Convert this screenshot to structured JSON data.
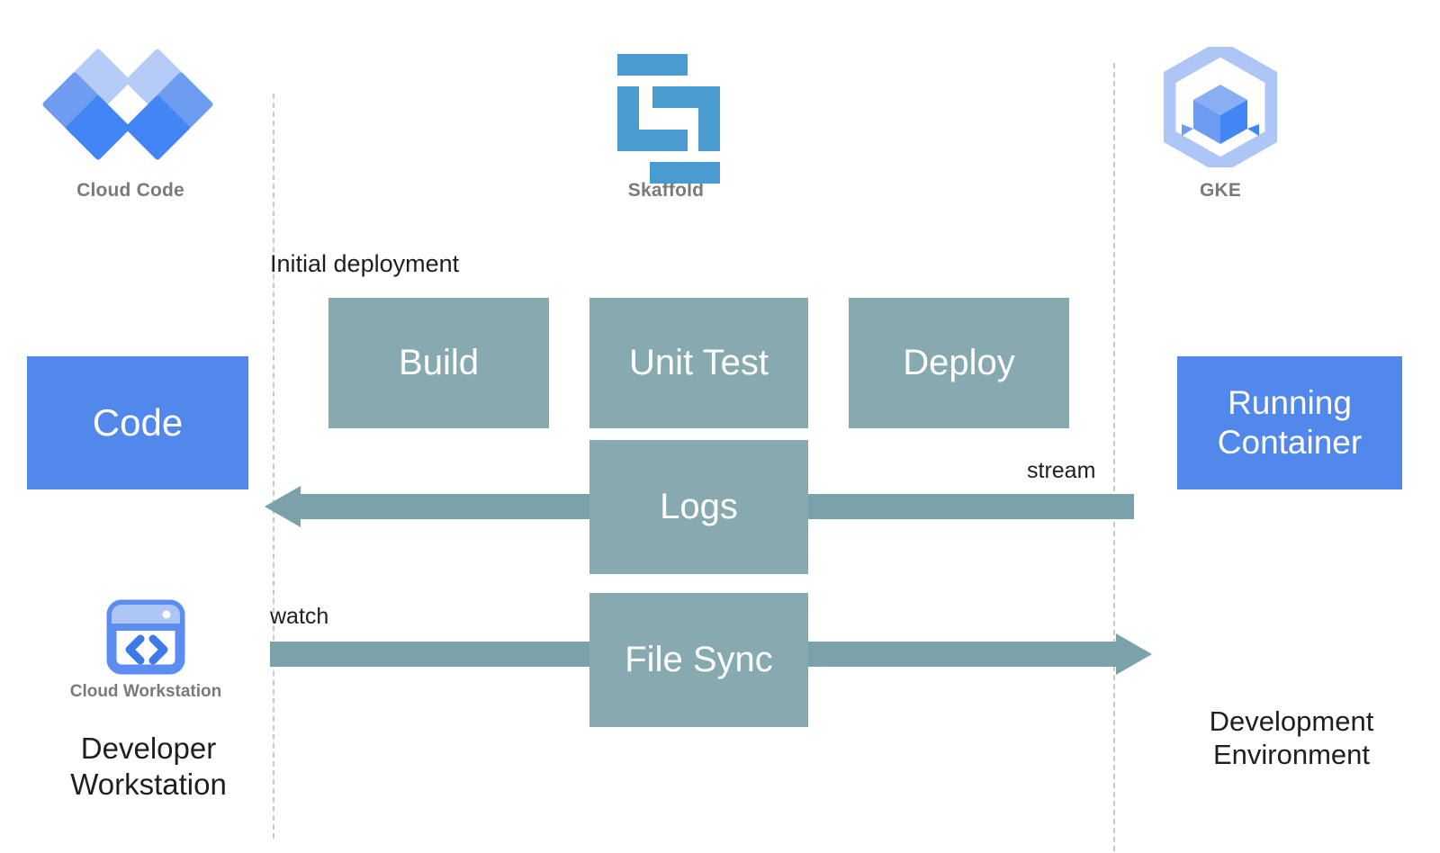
{
  "diagram": {
    "title": "Skaffold development loop with Cloud Code, Cloud Workstation and GKE",
    "colors": {
      "blue_box": "#5288ec",
      "teal_box": "#87aab0",
      "skaffold_blue": "#4a9bcf",
      "gke_light_blue": "#aec6f6",
      "gke_cube_blue": "#4285f4",
      "caption_grey": "#7a7a7a",
      "divider_grey": "#c9c9c9",
      "text_dark": "#1f1f1f",
      "background": "#ffffff"
    },
    "logos": [
      {
        "id": "cloud-code",
        "icon": "cloud-code-icon",
        "caption": "Cloud Code"
      },
      {
        "id": "skaffold",
        "icon": "skaffold-icon",
        "caption": "Skaffold"
      },
      {
        "id": "gke",
        "icon": "gke-icon",
        "caption": "GKE"
      },
      {
        "id": "cloud-workstation",
        "icon": "cloud-workstation-icon",
        "caption": "Cloud Workstation"
      }
    ],
    "boxes": [
      {
        "id": "code",
        "label": "Code",
        "style": "blue"
      },
      {
        "id": "build",
        "label": "Build",
        "style": "teal"
      },
      {
        "id": "unit-test",
        "label": "Unit Test",
        "style": "teal"
      },
      {
        "id": "deploy",
        "label": "Deploy",
        "style": "teal"
      },
      {
        "id": "logs",
        "label": "Logs",
        "style": "teal"
      },
      {
        "id": "file-sync",
        "label": "File Sync",
        "style": "teal"
      },
      {
        "id": "running-container",
        "label_line1": "Running",
        "label_line2": "Container",
        "style": "blue"
      }
    ],
    "flow_labels": {
      "initial_deployment": "Initial deployment",
      "stream": "stream",
      "watch": "watch"
    },
    "zone_labels": {
      "left_line1": "Developer",
      "left_line2": "Workstation",
      "right_line1": "Development",
      "right_line2": "Environment"
    },
    "arrows": [
      {
        "id": "logs-arrow",
        "direction": "left",
        "from": "Running Container",
        "to": "Code",
        "via": "Logs"
      },
      {
        "id": "file-sync-arrow",
        "direction": "right",
        "from": "Code",
        "to": "Running Container",
        "via": "File Sync"
      }
    ]
  }
}
